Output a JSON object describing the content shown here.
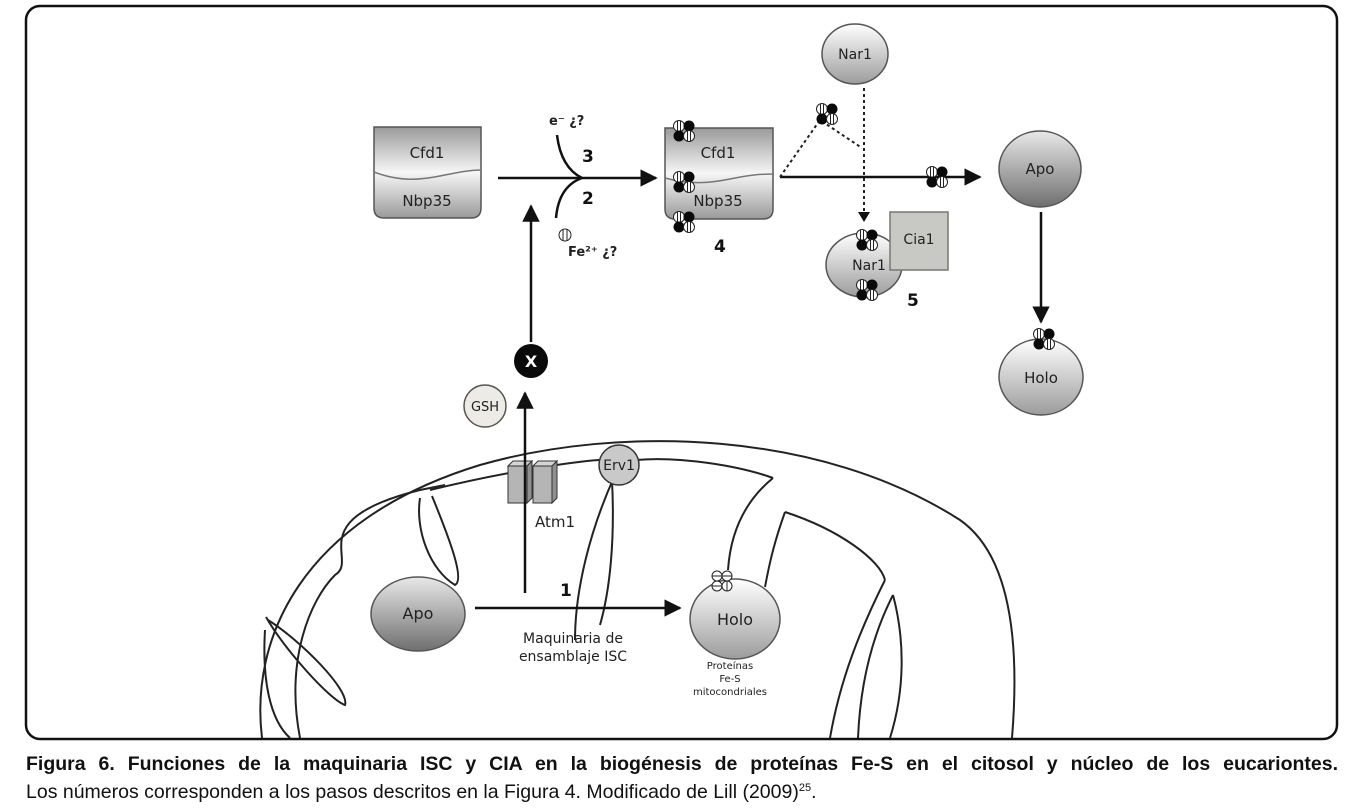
{
  "figure": {
    "labels": {
      "cfd1_left": "Cfd1",
      "nbp35_left": "Nbp35",
      "cfd1_right": "Cfd1",
      "nbp35_right": "Nbp35",
      "electron": "e⁻ ¿?",
      "iron": "Fe²⁺ ¿?",
      "step3": "3",
      "step2": "2",
      "step4": "4",
      "step5": "5",
      "step1": "1",
      "nar1_top": "Nar1",
      "nar1_complex": "Nar1",
      "cia1": "Cia1",
      "apo_cytosol": "Apo",
      "holo_cytosol": "Holo",
      "x_marker": "X",
      "gsh": "GSH",
      "erv1": "Erv1",
      "atm1": "Atm1",
      "apo_mito": "Apo",
      "holo_mito": "Holo",
      "isc_line1": "Maquinaria de",
      "isc_line2": "ensamblaje ISC",
      "mito_prot_line1": "Proteínas",
      "mito_prot_line2": "Fe-S",
      "mito_prot_line3": "mitocondriales"
    },
    "colors": {
      "frame": "#111111",
      "protein_light": "#f2f2f2",
      "protein_dark": "#8a8a8a",
      "cia1_box": "#c8c8c4",
      "gsh_fill": "#ecebe6",
      "erv1_fill": "#c9c9c9",
      "atm1_fill": "#b5b5b5",
      "cluster_black": "#0a0a0a"
    }
  },
  "caption": {
    "label": "Figura 6.",
    "line1_rest": " Funciones de la maquinaria ISC y CIA en la biogénesis de proteínas Fe-S en el citosol y núcleo de los eucariontes.",
    "line2": "Los números corresponden a los pasos descritos en la Figura 4. Modificado de Lill (2009)",
    "reference_superscript": "25",
    "end_punct": "."
  }
}
